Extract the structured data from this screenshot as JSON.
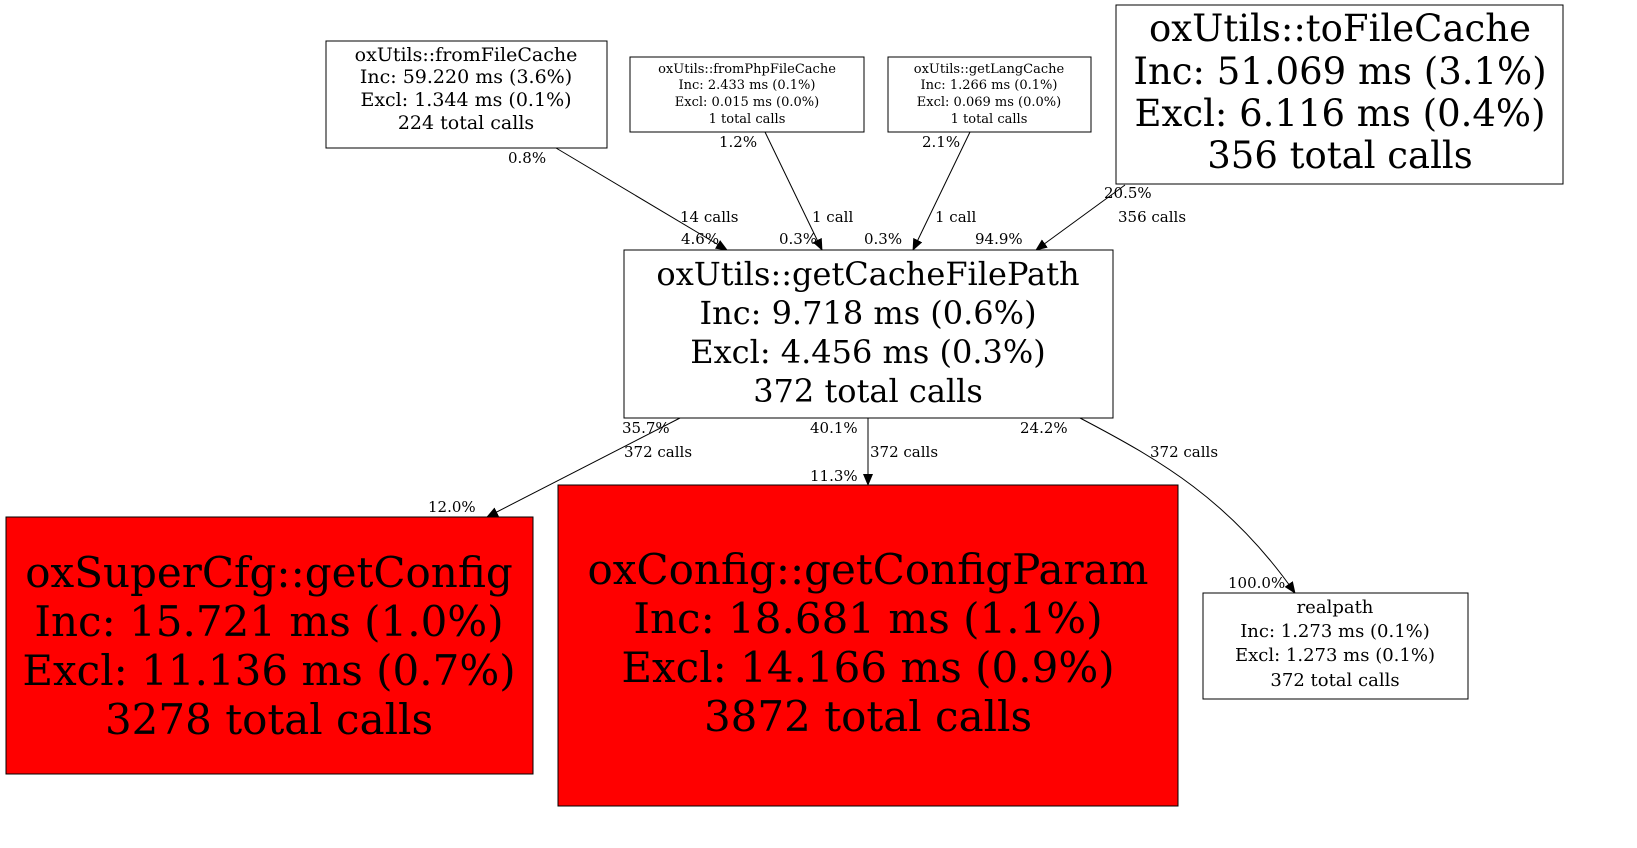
{
  "colors": {
    "hot": "#ff0000",
    "normal": "#ffffff"
  },
  "nodes": {
    "fromFileCache": {
      "name": "oxUtils::fromFileCache",
      "inc": "Inc: 59.220 ms (3.6%)",
      "excl": "Excl: 1.344 ms (0.1%)",
      "calls": "224 total calls"
    },
    "fromPhpFileCache": {
      "name": "oxUtils::fromPhpFileCache",
      "inc": "Inc: 2.433 ms (0.1%)",
      "excl": "Excl: 0.015 ms (0.0%)",
      "calls": "1 total calls"
    },
    "getLangCache": {
      "name": "oxUtils::getLangCache",
      "inc": "Inc: 1.266 ms (0.1%)",
      "excl": "Excl: 0.069 ms (0.0%)",
      "calls": "1 total calls"
    },
    "toFileCache": {
      "name": "oxUtils::toFileCache",
      "inc": "Inc: 51.069 ms (3.1%)",
      "excl": "Excl: 6.116 ms (0.4%)",
      "calls": "356 total calls"
    },
    "getCacheFilePath": {
      "name": "oxUtils::getCacheFilePath",
      "inc": "Inc: 9.718 ms (0.6%)",
      "excl": "Excl: 4.456 ms (0.3%)",
      "calls": "372 total calls"
    },
    "getConfig": {
      "name": "oxSuperCfg::getConfig",
      "inc": "Inc: 15.721 ms (1.0%)",
      "excl": "Excl: 11.136 ms (0.7%)",
      "calls": "3278 total calls"
    },
    "getConfigParam": {
      "name": "oxConfig::getConfigParam",
      "inc": "Inc: 18.681 ms (1.1%)",
      "excl": "Excl: 14.166 ms (0.9%)",
      "calls": "3872 total calls"
    },
    "realpath": {
      "name": "realpath",
      "inc": "Inc: 1.273 ms (0.1%)",
      "excl": "Excl: 1.273 ms (0.1%)",
      "calls": "372 total calls"
    }
  },
  "edges": [
    {
      "from": "oxUtils::fromFileCache",
      "to": "oxUtils::getCacheFilePath",
      "tail": "0.8%",
      "calls": "14 calls",
      "head": "4.6%"
    },
    {
      "from": "oxUtils::fromPhpFileCache",
      "to": "oxUtils::getCacheFilePath",
      "tail": "1.2%",
      "calls": "1 call",
      "head": "0.3%"
    },
    {
      "from": "oxUtils::getLangCache",
      "to": "oxUtils::getCacheFilePath",
      "tail": "2.1%",
      "calls": "1 call",
      "head": "0.3%"
    },
    {
      "from": "oxUtils::toFileCache",
      "to": "oxUtils::getCacheFilePath",
      "tail": "20.5%",
      "calls": "356 calls",
      "head": "94.9%"
    },
    {
      "from": "oxUtils::getCacheFilePath",
      "to": "oxSuperCfg::getConfig",
      "tail": "35.7%",
      "calls": "372 calls",
      "head": "12.0%"
    },
    {
      "from": "oxUtils::getCacheFilePath",
      "to": "oxConfig::getConfigParam",
      "tail": "40.1%",
      "calls": "372 calls",
      "head": "11.3%"
    },
    {
      "from": "oxUtils::getCacheFilePath",
      "to": "realpath",
      "tail": "24.2%",
      "calls": "372 calls",
      "head": "100.0%"
    }
  ]
}
